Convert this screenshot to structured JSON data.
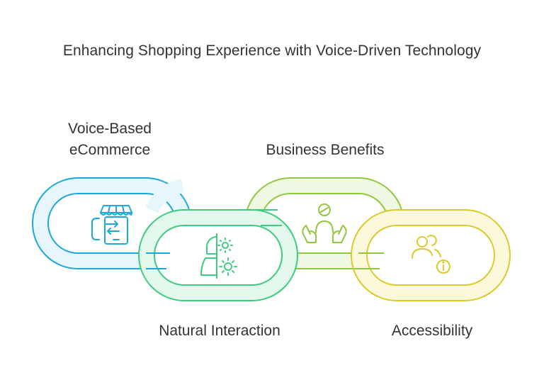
{
  "title": "Enhancing Shopping Experience with Voice-Driven Technology",
  "links": [
    {
      "label": "Voice-Based eCommerce",
      "icon": "shopping-mobile-icon",
      "color": "#1ba9d8",
      "fill": "#e6f6fc"
    },
    {
      "label": "Natural Interaction",
      "icon": "head-gears-icon",
      "color": "#3ecb7f",
      "fill": "#e4f9ed"
    },
    {
      "label": "Business Benefits",
      "icon": "hands-person-icon",
      "color": "#92c83e",
      "fill": "#eff8e2"
    },
    {
      "label": "Accessibility",
      "icon": "users-info-icon",
      "color": "#dcc92a",
      "fill": "#fbf8dc"
    }
  ]
}
